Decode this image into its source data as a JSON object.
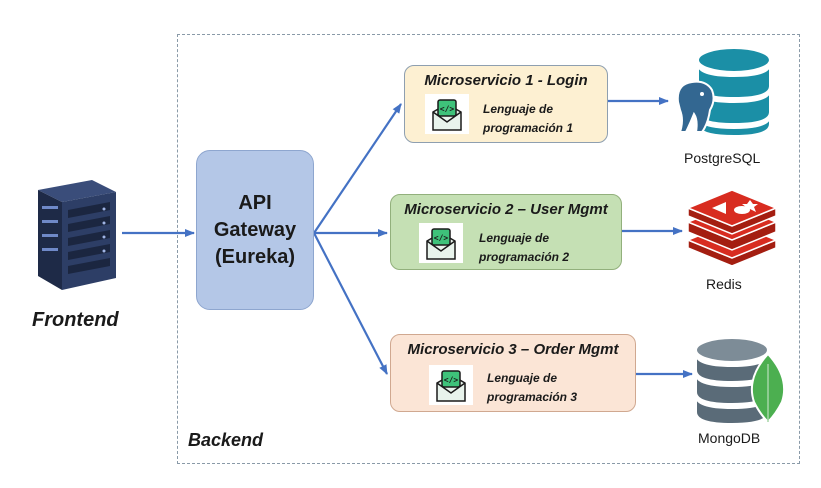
{
  "frontend": {
    "label": "Frontend"
  },
  "backend": {
    "label": "Backend"
  },
  "gateway": {
    "line1": "API",
    "line2": "Gateway",
    "line3": "(Eureka)"
  },
  "microservices": [
    {
      "title": "Microservicio 1 - Login",
      "lang_line1": "Lenguaje de",
      "lang_line2": "programación 1"
    },
    {
      "title": "Microservicio 2 – User Mgmt",
      "lang_line1": "Lenguaje de",
      "lang_line2": "programación 2"
    },
    {
      "title": "Microservicio 3 – Order Mgmt",
      "lang_line1": "Lenguaje de",
      "lang_line2": "programación 3"
    }
  ],
  "databases": [
    {
      "name": "PostgreSQL",
      "icon": "postgresql-icon"
    },
    {
      "name": "Redis",
      "icon": "redis-icon"
    },
    {
      "name": "MongoDB",
      "icon": "mongodb-icon"
    }
  ],
  "colors": {
    "arrow": "#4472c4",
    "gateway_fill": "#b4c7e7",
    "ms1_fill": "#fdf0d2",
    "ms2_fill": "#c5e0b4",
    "ms3_fill": "#fbe5d6"
  }
}
